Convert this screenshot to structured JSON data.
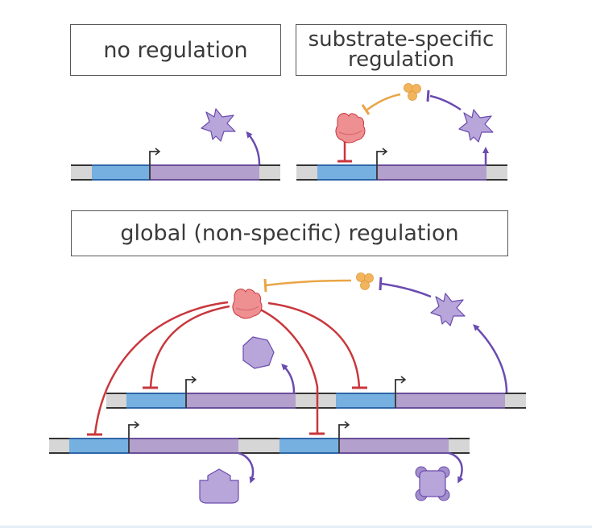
{
  "panels": {
    "no_regulation": {
      "title": "no regulation"
    },
    "substrate_specific": {
      "title_line1": "substrate-specific",
      "title_line2": "regulation"
    },
    "global": {
      "title": "global (non-specific) regulation"
    }
  },
  "colors": {
    "promoter_blue": "#76b0e0",
    "promoter_edge": "#2f66a8",
    "gene_purple": "#b3a0cc",
    "gene_edge": "#6a4f9a",
    "flank_grey": "#d6d6d6",
    "dna_line": "#333333",
    "repressor_red": "#c8373c",
    "repressor_fill": "#ee8f92",
    "metabolite_orange": "#e9a545",
    "metabolite_fill": "#f2b55e",
    "enzyme_purple": "#6a4bb0",
    "enzyme_fill": "#b8a6da"
  },
  "legend": {
    "icons": [
      "regulator-protein",
      "metabolite-cluster",
      "enzyme-product",
      "promoter-arrow",
      "inhibition-bar",
      "activation-arrow"
    ]
  }
}
